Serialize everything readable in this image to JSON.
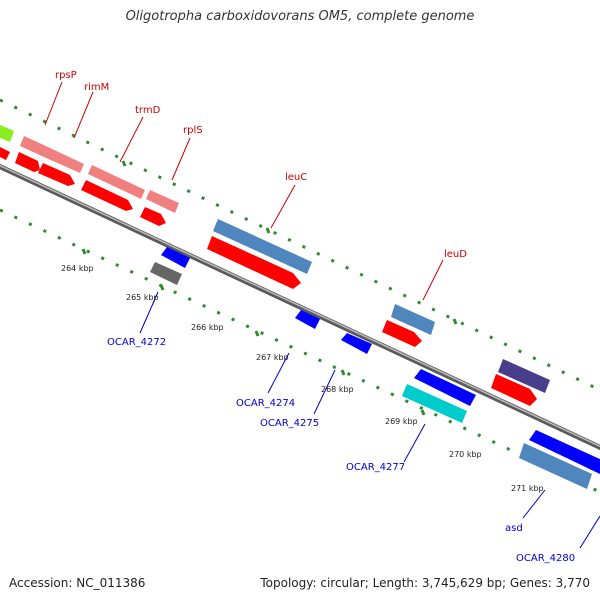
{
  "title": "Oligotropha carboxidovorans OM5, complete genome",
  "footer": {
    "accession": "Accession: NC_011386",
    "topology": "Topology: circular; Length: 3,745,629 bp; Genes: 3,770"
  },
  "colors": {
    "backbone": "#888888",
    "tick": "#2e8b2e",
    "label_forward": "#cc0000",
    "label_reverse": "#0000cc",
    "gene_red": "#ff0000",
    "gene_pink": "#f08080",
    "gene_steelblue": "#4f86bd",
    "gene_blue": "#0000ff",
    "gene_cyan": "#00cccc",
    "gene_gray": "#666666",
    "gene_purple": "#483d8b",
    "gene_green": "#88ee22"
  },
  "genes": [
    {
      "name": "rpsP",
      "strand": "forward",
      "color": "gene_pink"
    },
    {
      "name": "rimM",
      "strand": "forward",
      "color": "gene_pink"
    },
    {
      "name": "trmD",
      "strand": "forward",
      "color": "gene_pink"
    },
    {
      "name": "rplS",
      "strand": "forward",
      "color": "gene_pink"
    },
    {
      "name": "leuC",
      "strand": "forward",
      "color": "gene_steelblue"
    },
    {
      "name": "leuD",
      "strand": "forward",
      "color": "gene_steelblue"
    },
    {
      "name": "OCAR_4272",
      "strand": "reverse",
      "color": "gene_gray"
    },
    {
      "name": "OCAR_4274",
      "strand": "reverse",
      "color": "gene_blue"
    },
    {
      "name": "OCAR_4275",
      "strand": "reverse",
      "color": "gene_blue"
    },
    {
      "name": "OCAR_4277",
      "strand": "reverse",
      "color": "gene_cyan"
    },
    {
      "name": "asd",
      "strand": "reverse",
      "color": "gene_steelblue"
    },
    {
      "name": "OCAR_4280",
      "strand": "reverse",
      "color": "gene_blue"
    }
  ],
  "ticks": [
    "264 kbp",
    "265 kbp",
    "266 kbp",
    "267 kbp",
    "268 kbp",
    "269 kbp",
    "270 kbp",
    "271 kbp"
  ]
}
